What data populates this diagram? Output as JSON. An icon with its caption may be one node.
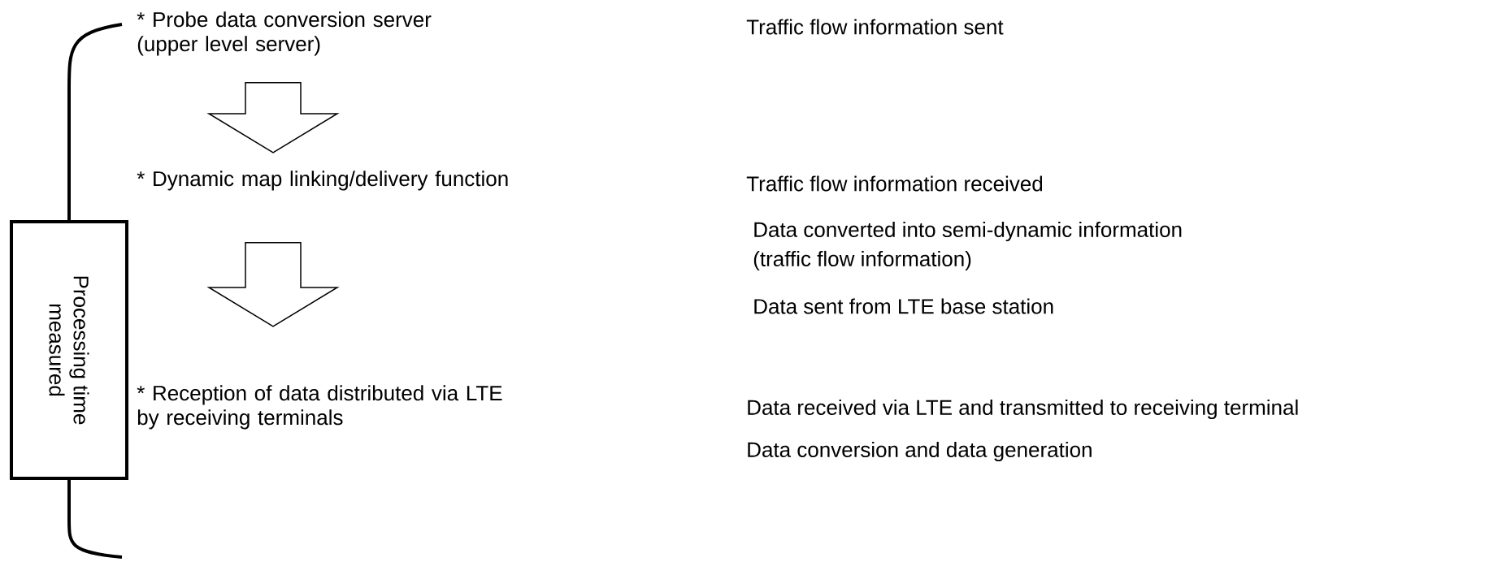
{
  "diagram": {
    "nodes": [
      {
        "text": [
          "* Probe data conversion server (upper level server)"
        ]
      },
      {
        "text": [
          "* Dynamic map linking/delivery function"
        ]
      },
      {
        "text": [
          "* Reception of data distributed via LTE by receiving terminals"
        ]
      },
      {
        "text": [
          "Processing time measured"
        ]
      }
    ],
    "edges": [
      {
        "from": 0,
        "to": 1,
        "arrow": "to"
      },
      {
        "from": 1,
        "to": 2,
        "arrow": "to"
      }
    ],
    "labels": [
      "Traffic flow information sent",
      "Traffic flow information received",
      "Data converted into semi-dynamic information",
      "(traffic flow information)",
      "Data sent from LTE base station",
      "Data received via LTE and transmitted to receiving terminal",
      "Data conversion and data generation"
    ]
  }
}
